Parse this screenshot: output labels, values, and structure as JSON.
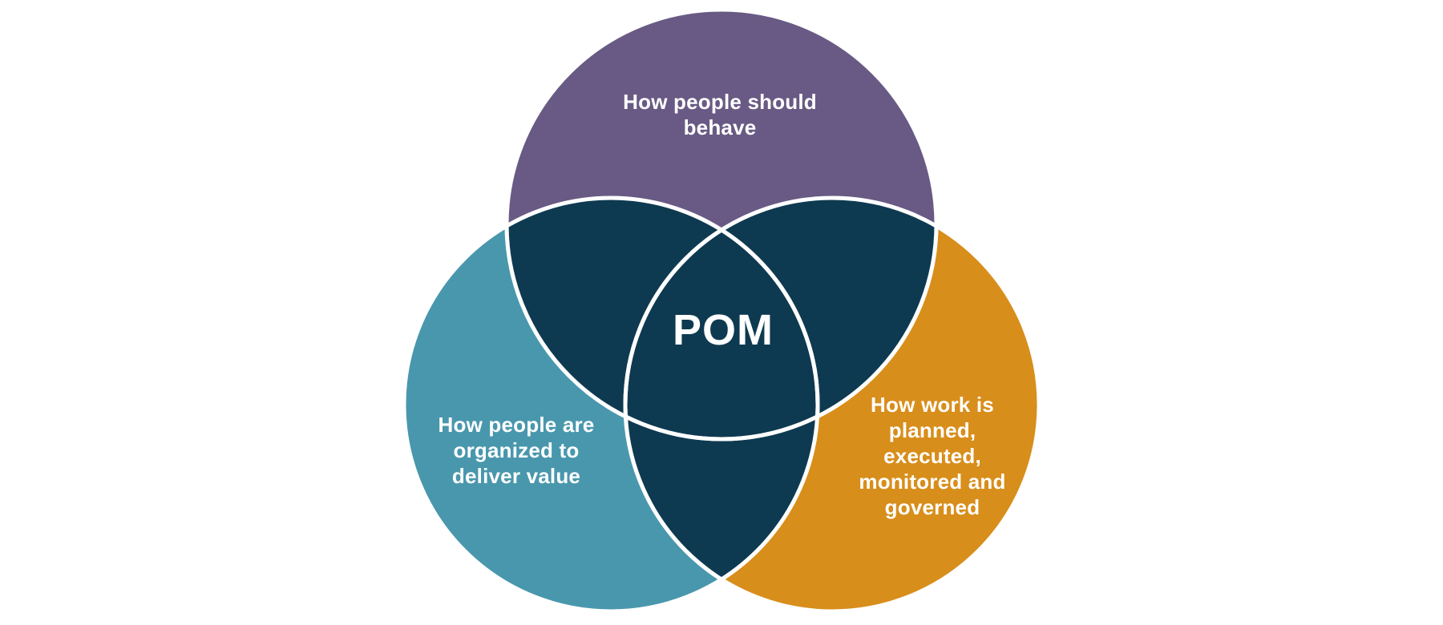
{
  "diagram": {
    "title": "POM Venn diagram",
    "center_label": "POM",
    "circles": [
      {
        "id": "behavior",
        "label": "How people should\nbehave",
        "color": "#685a84"
      },
      {
        "id": "organization",
        "label": "How people are\norganized to\ndeliver value",
        "color": "#4997ad"
      },
      {
        "id": "work",
        "label": "How work is\nplanned,\nexecuted,\nmonitored and\ngoverned",
        "color": "#d88e1b"
      }
    ],
    "overlap_color": "#0e3a51",
    "stroke_color": "#ffffff",
    "background_color": "#ffffff"
  }
}
